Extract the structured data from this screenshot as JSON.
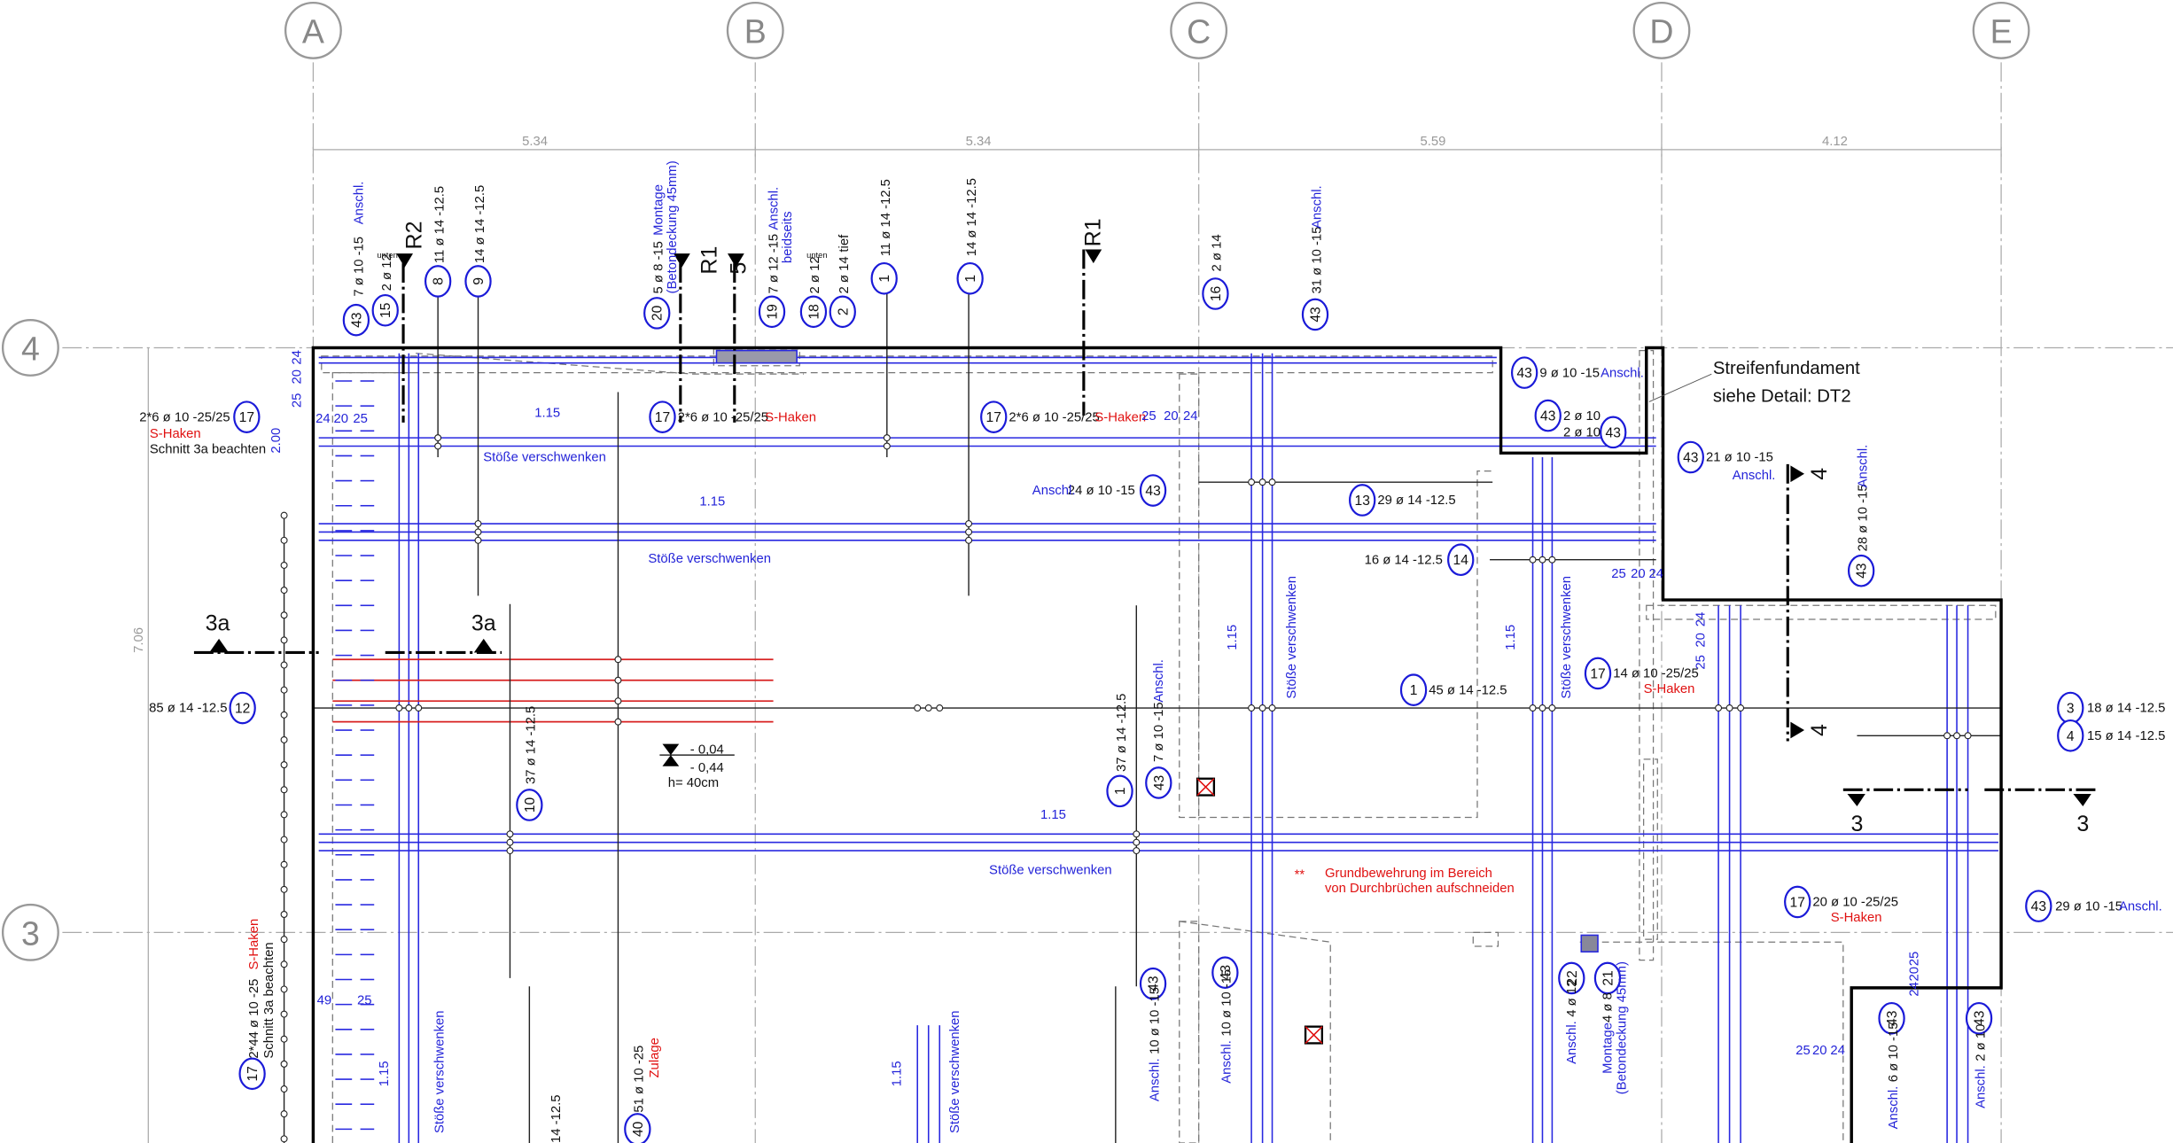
{
  "grid": {
    "cols": [
      "A",
      "B",
      "C",
      "D",
      "E"
    ],
    "rows": [
      "4",
      "3"
    ]
  },
  "dimensions": {
    "spans": [
      "5.34",
      "5.34",
      "5.59",
      "4.12"
    ],
    "height": "7.06"
  },
  "colors": {
    "rebar": "#2828e0",
    "note": "#e01010",
    "outline": "#000000",
    "grid": "#aaaaaa"
  },
  "markers": [
    "43",
    "15",
    "8",
    "9",
    "20",
    "19",
    "18",
    "2",
    "1",
    "1",
    "16",
    "43",
    "17",
    "17",
    "17",
    "43",
    "43",
    "43",
    "43",
    "43",
    "13",
    "14",
    "43",
    "17",
    "12",
    "1",
    "3",
    "4",
    "1",
    "43",
    "10",
    "17",
    "43",
    "17",
    "40",
    "43",
    "43",
    "22",
    "21",
    "43",
    "43"
  ],
  "labels": {
    "a1": "7 ø 10 -15",
    "a1b": "Anschl.",
    "a2": "2 ø 12",
    "unten1": "unten",
    "r2": "R2",
    "a3": "11 ø 14 -12.5",
    "a4": "14 ø 14 -12.5",
    "a5": "5 ø 8 -15",
    "a5b": "Montage",
    "a5c": "(Betondeckung 45mm)",
    "r1a": "R1",
    "s5": "5",
    "a6": "7 ø 12 -15",
    "a6b": "Anschl.",
    "a6c": "beidseits",
    "a7": "2 ø 12",
    "unten2": "unten",
    "a8": "2 ø 14",
    "a8b": "tief",
    "a9": "11 ø 14 -12.5",
    "a10": "14 ø 14 -12.5",
    "r1b": "R1",
    "a11": "2 ø 14",
    "a12": "31 ø 10 -15",
    "a12b": "Anschl.",
    "b1": "2*6 ø 10 -25/25",
    "b1s": "S-Haken",
    "b1n": "Schnitt 3a beachten",
    "b2": "2*6 ø 10 -25/25",
    "b2s": "S-Haken",
    "b3": "2*6 ø 10 -25/25",
    "b3s": "S-Haken",
    "d1": "25",
    "d2": "20",
    "d3": "24",
    "d4": "24",
    "d5": "20",
    "d6": "25",
    "d7": "25",
    "d8": "20",
    "d9": "24",
    "d10": "2.00",
    "l1": "1.15",
    "st1": "Stöße verschwenken",
    "l2": "1.15",
    "st2": "Stöße verschwenken",
    "c1": "9 ø 10 -15",
    "c1b": "Anschl.",
    "c2": "2 ø 10",
    "c3": "2 ø 10",
    "sf1": "Streifenfundament",
    "sf2": "siehe Detail: DT2",
    "c4": "21 ø 10 -15",
    "c4b": "Anschl.",
    "sec4a": "4",
    "c5": "28 ø 10 -15",
    "c5b": "Anschl.",
    "c6": "24 ø 10 -15",
    "c6b": "Anschl.",
    "c7": "29 ø 14 -12.5",
    "c8": "16 ø 14 -12.5",
    "d11": "25",
    "d12": "20",
    "d13": "24",
    "d14": "24",
    "d15": "20",
    "d16": "25",
    "l3": "1.15",
    "st3": "Stöße verschwenken",
    "l4": "1.15",
    "st4": "Stöße verschwenken",
    "c9": "14 ø 10 -25/25",
    "c9s": "S-Haken",
    "s3a1": "3a",
    "s3a2": "3a",
    "e1": "85 ø 14 -12.5",
    "e2": "45 ø 14 -12.5",
    "e3": "18 ø 14 -12.5",
    "e4": "15 ø 14 -12.5",
    "sec4b": "4",
    "e5": "Anschl.",
    "e6": "37 ø 14 -12.5",
    "e7": "7 ø 10 -15",
    "e8": "37 ø 14 -12.5",
    "lv1": "- 0,04",
    "lv2": "- 0,44",
    "lv3": "h= 40cm",
    "l5": "1.15",
    "st5": "Stöße verschwenken",
    "s3a": "3",
    "s3b": "3",
    "n0": "**",
    "n1": "Grundbewehrung im Bereich",
    "n2": "von Durchbrüchen aufschneiden",
    "f1": "20 ø 10 -25/25",
    "f1s": "S-Haken",
    "f2": "29 ø 10 -15",
    "f2b": "Anschl.",
    "g1": "2*44 ø 10 -25",
    "g1s": "S-Haken",
    "g1n": "Schnitt 3a beachten",
    "d17": "49",
    "d18": "25",
    "l6": "1.15",
    "st6": "Stöße verschwenken",
    "g2": "14 -12.5",
    "g3": "51 ø 10 -25",
    "g3z": "Zulage",
    "l7": "1.15",
    "st7": "Stöße verschwenken",
    "h1b": "Anschl.",
    "h1": "10 ø 10 -15",
    "h2b": "Anschl.",
    "h2": "10 ø 10 -15",
    "h3b": "Anschl.",
    "h3": "4 ø 12",
    "h4b": "Montage",
    "h4": "4 ø 8",
    "h4c": "(Betondeckung 45mm)",
    "d19": "25",
    "d20": "20",
    "d21": "24",
    "d22": "25",
    "d23": "20",
    "d24": "24",
    "h5b": "Anschl.",
    "h5": "6 ø 10 -15",
    "h6b": "Anschl.",
    "h6": "2 ø 10"
  }
}
